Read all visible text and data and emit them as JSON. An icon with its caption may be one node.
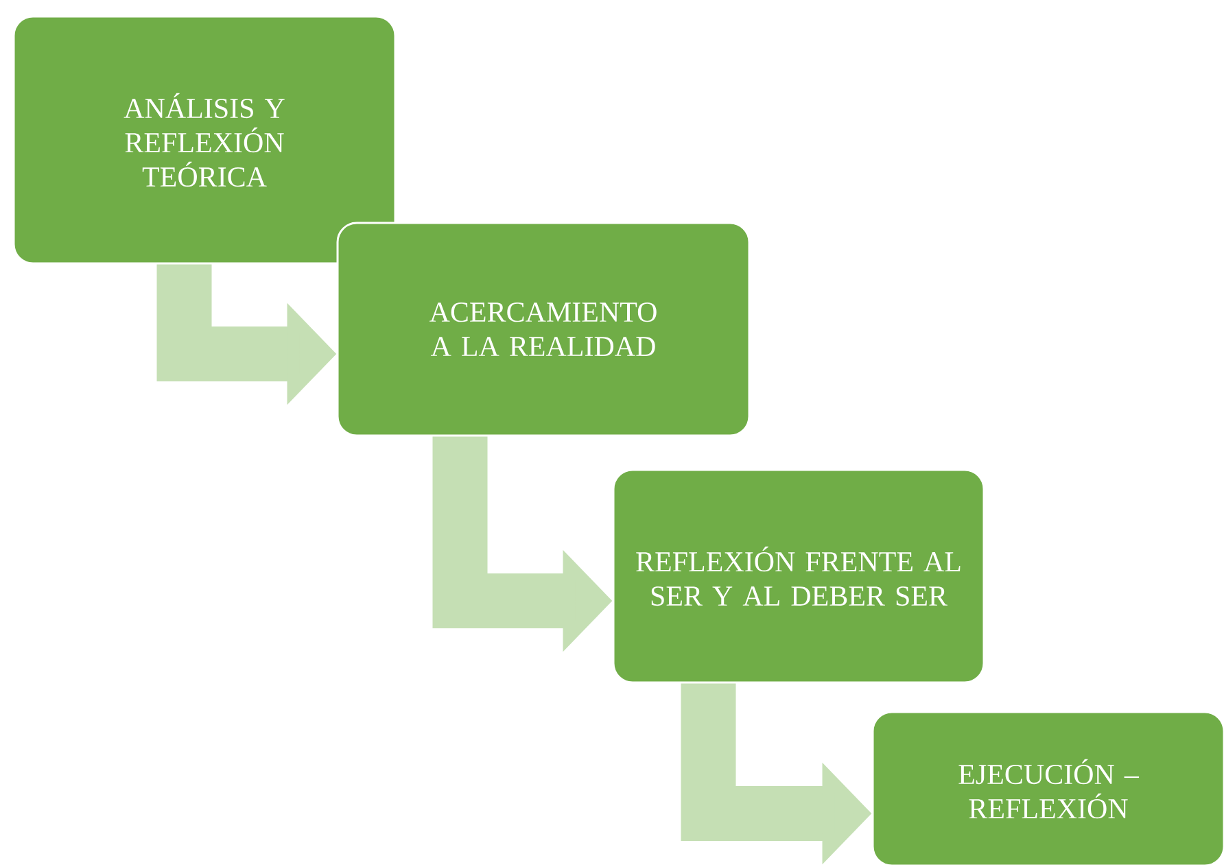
{
  "diagram": {
    "nodes": [
      {
        "text": [
          "ANÁLISIS Y REFLEXIÓN TEÓRICA"
        ]
      },
      {
        "text": [
          "ACERCAMIENTO A LA REALIDAD"
        ]
      },
      {
        "text": [
          "REFLEXIÓN FRENTE AL SER Y AL DEBER SER"
        ]
      },
      {
        "text": [
          "EJECUCIÓN – REFLEXIÓN"
        ]
      }
    ],
    "edges": [
      {
        "from": 0,
        "to": 1,
        "arrow": "to"
      },
      {
        "from": 1,
        "to": 2,
        "arrow": "to"
      },
      {
        "from": 2,
        "to": 3,
        "arrow": "to"
      }
    ]
  }
}
